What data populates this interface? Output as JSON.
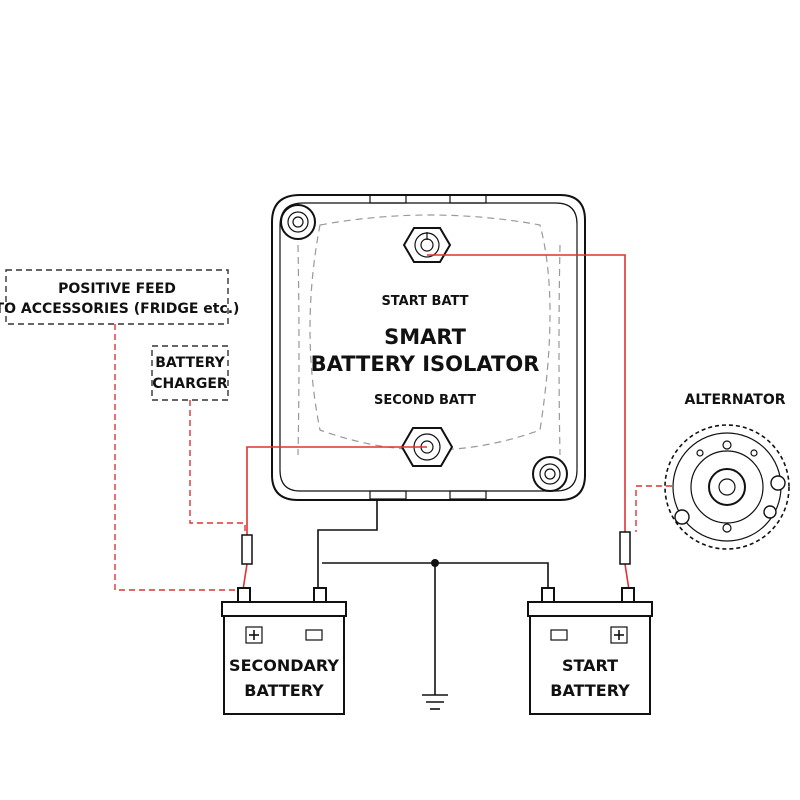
{
  "diagram": {
    "isolator": {
      "title_line1": "SMART",
      "title_line2": "BATTERY ISOLATOR",
      "start_terminal_label": "START BATT",
      "second_terminal_label": "SECOND BATT"
    },
    "alternator": {
      "label": "ALTERNATOR"
    },
    "accessories": {
      "line1": "POSITIVE FEED",
      "line2": "TO ACCESSORIES (FRIDGE etc.)"
    },
    "charger": {
      "line1": "BATTERY",
      "line2": "CHARGER"
    },
    "secondary_battery": {
      "line1": "SECONDARY",
      "line2": "BATTERY",
      "plus": "+",
      "minus": "−"
    },
    "start_battery": {
      "line1": "START",
      "line2": "BATTERY",
      "plus": "+",
      "minus": "−"
    },
    "colors": {
      "positive_wire": "#d33333",
      "negative_wire": "#111111",
      "outline": "#111111"
    }
  }
}
